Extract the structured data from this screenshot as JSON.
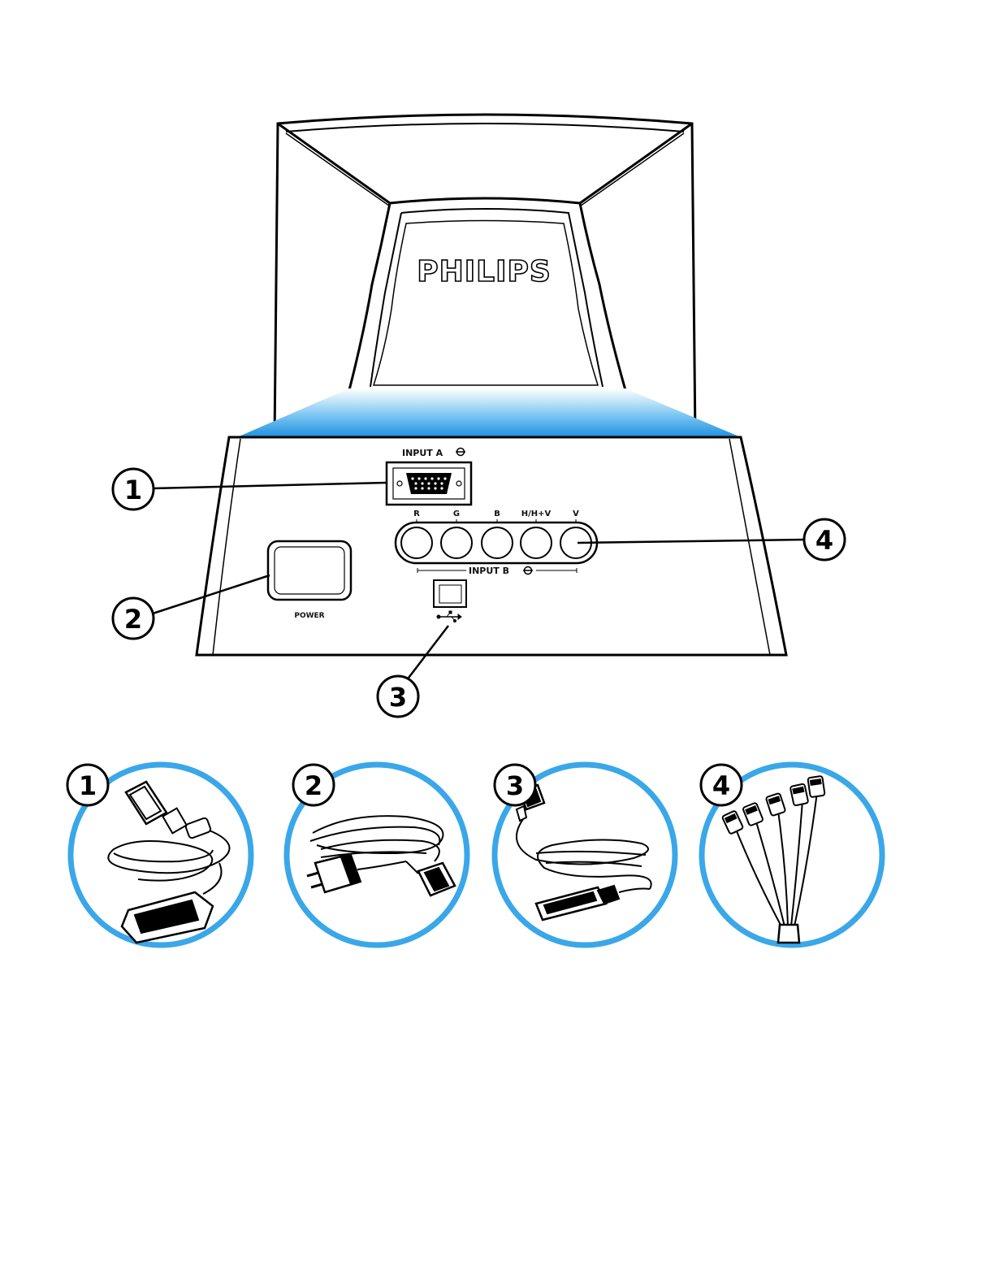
{
  "brand": "PHILIPS",
  "accent_color": "#3aa7e8",
  "panel": {
    "input_a": "INPUT A",
    "input_b": "INPUT B",
    "power": "POWER",
    "bnc_labels": [
      "R",
      "G",
      "B",
      "H/H+V",
      "V"
    ]
  },
  "callouts": [
    "1",
    "2",
    "3",
    "4"
  ],
  "accessories": [
    {
      "number": "1",
      "icon": "vga-cable-icon"
    },
    {
      "number": "2",
      "icon": "power-cord-icon"
    },
    {
      "number": "3",
      "icon": "usb-cable-icon"
    },
    {
      "number": "4",
      "icon": "bnc-cable-icon"
    }
  ],
  "icons": {
    "input_symbol": "monitor-input-icon",
    "usb": "usb-icon"
  }
}
